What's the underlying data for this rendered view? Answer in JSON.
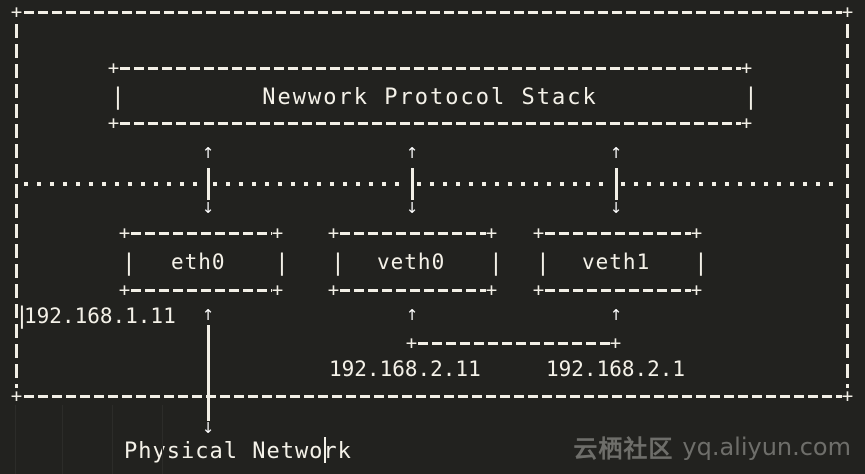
{
  "diagram": {
    "title": "Newwork Protocol Stack",
    "outer_container_name": "network-namespace-box",
    "boundary_name": "kernel-userspace-dotted-boundary",
    "interfaces": [
      {
        "name": "eth0",
        "ip": "192.168.1.11"
      },
      {
        "name": "veth0",
        "ip": "192.168.2.11"
      },
      {
        "name": "veth1",
        "ip": "192.168.2.1"
      }
    ],
    "bottom_label": "Physical Network",
    "pipe_glyph": "|",
    "arrow_up": "↑",
    "arrow_down": "↓"
  },
  "watermark": {
    "brand": "云栖社区",
    "url": "yq.aliyun.com"
  },
  "colors": {
    "background": "#22221f",
    "foreground": "#f2efe6",
    "watermark": "#6e6e6a"
  }
}
